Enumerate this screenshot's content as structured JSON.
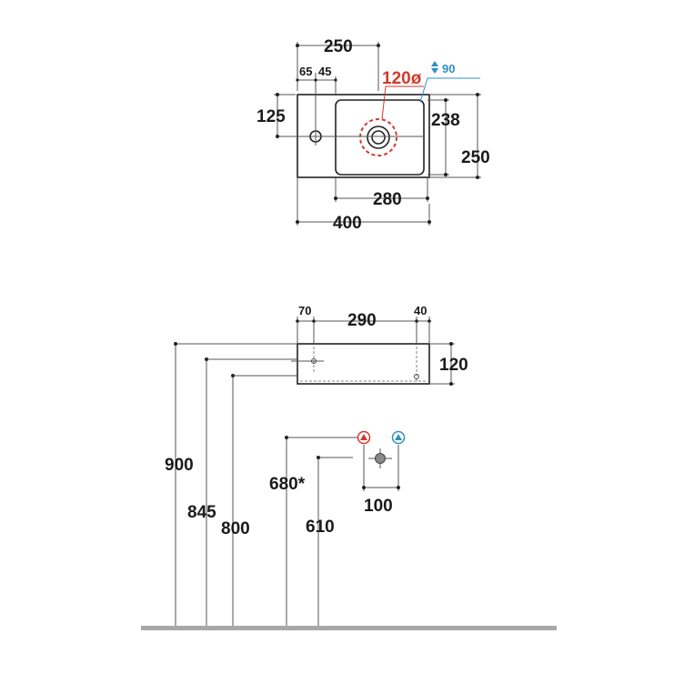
{
  "colors": {
    "line": "#555555",
    "outline": "#222222",
    "hot": "#d03a2e",
    "cold": "#2f8fc4",
    "floor": "#a8a8a8"
  },
  "top_view": {
    "dim_tap_distance": "250",
    "dim_tap_left": "65",
    "dim_tap_right": "45",
    "dim_tap_depth": "125",
    "dim_drain_diameter": "120ø",
    "dim_drain_height": "90",
    "dim_bowl_depth": "238",
    "dim_total_depth": "250",
    "dim_bowl_width": "280",
    "dim_total_width": "400"
  },
  "front_view": {
    "dim_left": "70",
    "dim_middle": "290",
    "dim_right": "40",
    "dim_height": "120",
    "dim_top_height": "900",
    "dim_tap_height": "845",
    "dim_bottom_height": "800",
    "dim_supply_height": "680*",
    "dim_waste_height": "610",
    "dim_supply_spacing": "100"
  },
  "icons": {
    "hot": "hot-water-triangle-icon",
    "cold": "cold-water-triangle-icon",
    "waste": "waste-outlet-icon"
  }
}
